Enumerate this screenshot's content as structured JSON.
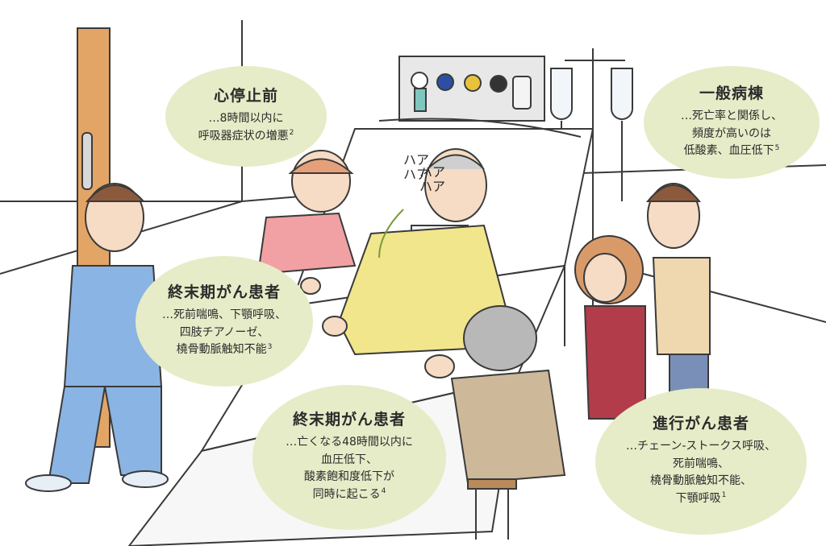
{
  "colors": {
    "bubble": "#e6ecc8",
    "ink": "#2b2b2b"
  },
  "speech_marks": {
    "left": "ハア\nハア",
    "right": "ハア\nハア"
  },
  "bubbles": {
    "cardiac_arrest": {
      "title": "心停止前",
      "lines": [
        "…8時間以内に",
        "呼吸器症状の増悪"
      ],
      "ref": "2"
    },
    "general_ward": {
      "title": "一般病棟",
      "lines": [
        "…死亡率と関係し、",
        "頻度が高いのは",
        "低酸素、血圧低下"
      ],
      "ref": "5"
    },
    "terminal_cancer_1": {
      "title": "終末期がん患者",
      "lines": [
        "…死前喘鳴、下顎呼吸、",
        "四肢チアノーゼ、",
        "橈骨動脈触知不能"
      ],
      "ref": "3"
    },
    "terminal_cancer_2": {
      "title": "終末期がん患者",
      "lines": [
        "…亡くなる48時間以内に",
        "血圧低下、",
        "酸素飽和度低下が",
        "同時に起こる"
      ],
      "ref": "4"
    },
    "advanced_cancer": {
      "title": "進行がん患者",
      "lines": [
        "…チェーン-ストークス呼吸、",
        "死前喘鳴、",
        "橈骨動脈触知不能、",
        "下顎呼吸"
      ],
      "ref": "1"
    }
  }
}
